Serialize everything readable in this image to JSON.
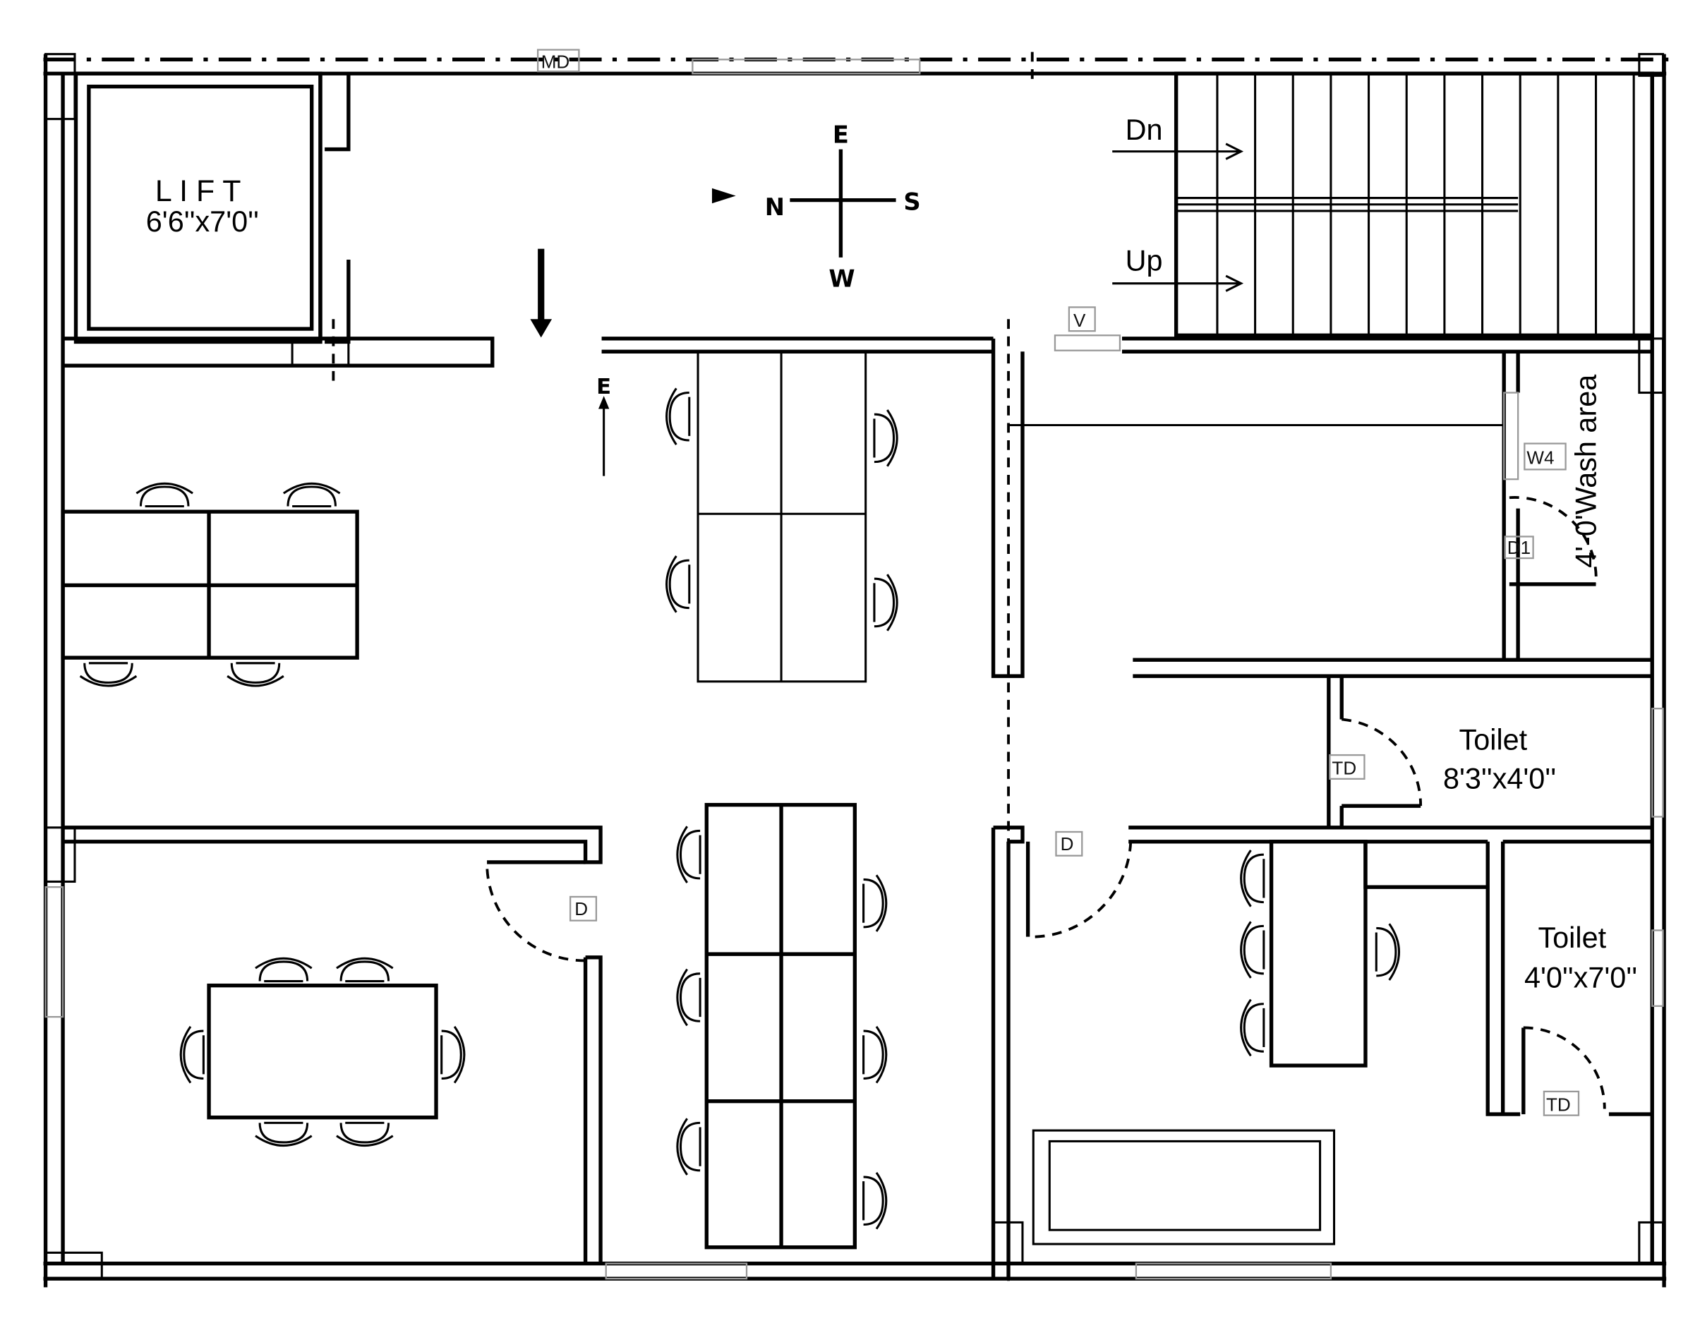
{
  "plan": {
    "main_door_tag": "MD",
    "lift": {
      "label": "L I F T",
      "size": "6'6''x7'0''"
    },
    "compass": {
      "e": "E",
      "n": "N",
      "s": "S",
      "w": "W"
    },
    "stairs": {
      "down": "Dn",
      "up": "Up"
    },
    "ventilator_tag": "V",
    "east_marker": "E",
    "window_tag": "W4",
    "wash_area": "4'-0'Wash area",
    "door_d1": "D1",
    "toilet1": {
      "label": "Toilet",
      "size": "8'3''x4'0''",
      "door": "TD"
    },
    "toilet2": {
      "label": "Toilet",
      "size": "4'0''x7'0''",
      "door": "TD"
    },
    "door_left_room": "D",
    "door_right_room": "D"
  }
}
